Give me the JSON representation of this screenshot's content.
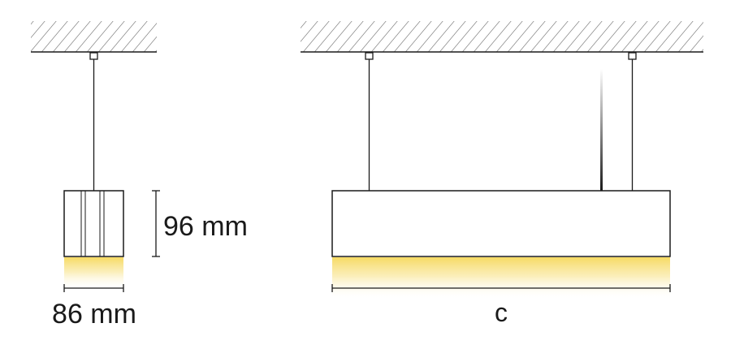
{
  "labels": {
    "height": "96 mm",
    "width": "86 mm",
    "length": "c"
  },
  "colors": {
    "line": "#1a1a1a",
    "hatch": "#8a8a8a",
    "glow": "#f7df7a"
  }
}
